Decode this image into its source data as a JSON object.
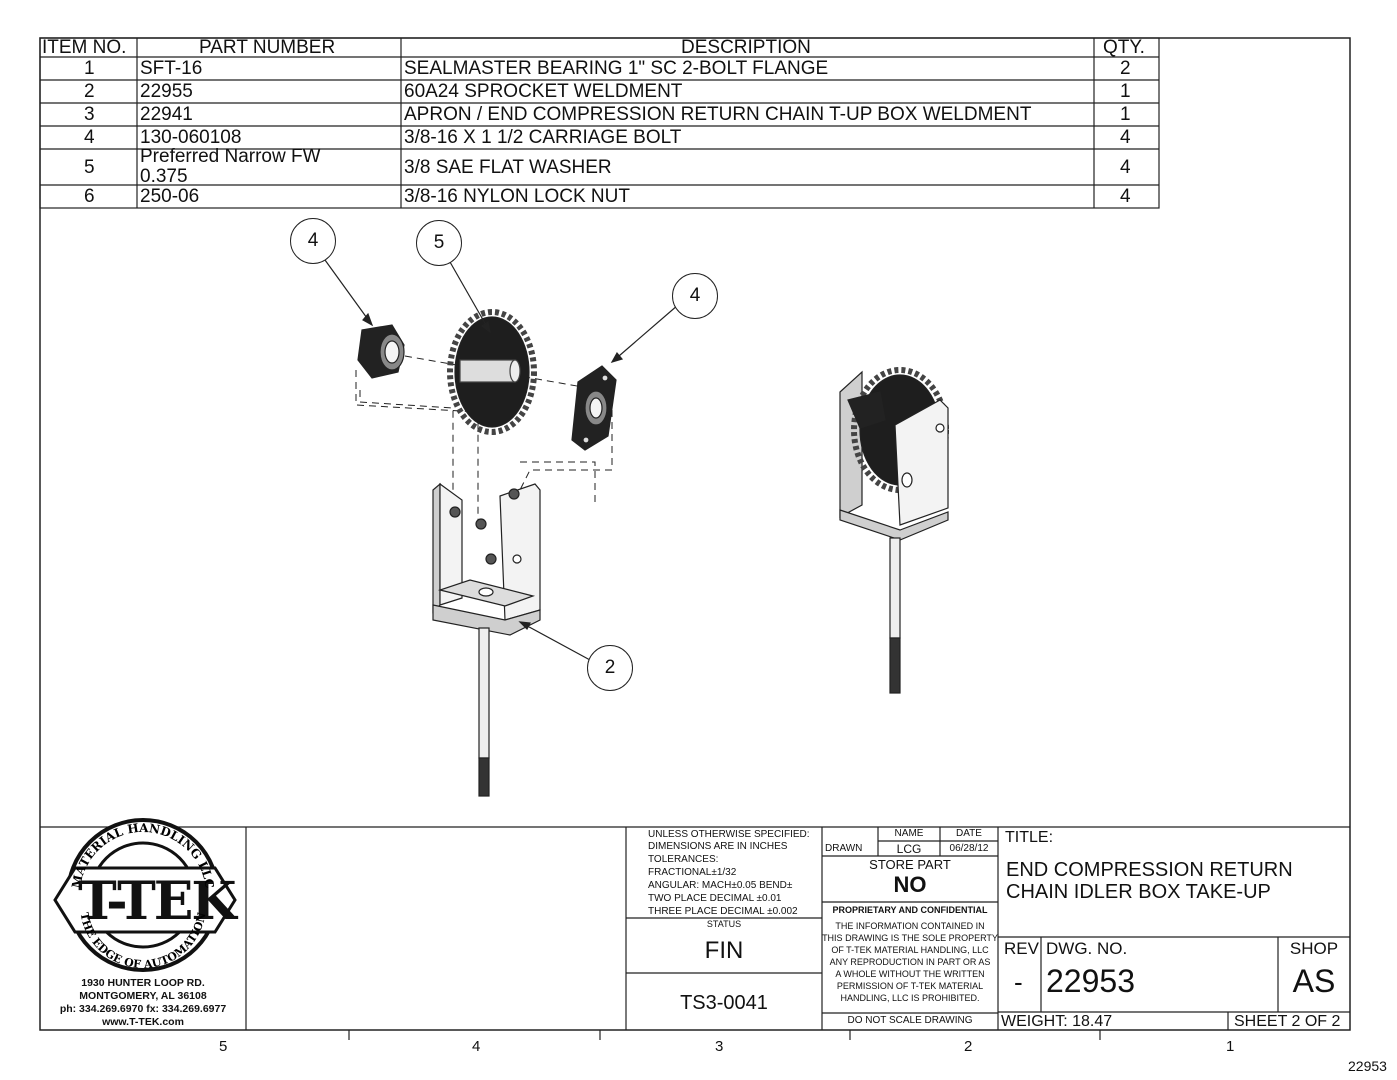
{
  "bom": {
    "headers": {
      "item": "ITEM NO.",
      "part": "PART NUMBER",
      "desc": "DESCRIPTION",
      "qty": "QTY."
    },
    "rows": [
      {
        "item": "1",
        "part": "SFT-16",
        "desc": "SEALMASTER BEARING 1\" SC 2-BOLT FLANGE",
        "qty": "2"
      },
      {
        "item": "2",
        "part": "22955",
        "desc": "60A24 SPROCKET WELDMENT",
        "qty": "1"
      },
      {
        "item": "3",
        "part": "22941",
        "desc": "APRON / END COMPRESSION  RETURN CHAIN T-UP BOX WELDMENT",
        "qty": "1"
      },
      {
        "item": "4",
        "part": "130-060108",
        "desc": "3/8-16 X 1 1/2 CARRIAGE BOLT",
        "qty": "4"
      },
      {
        "item": "5",
        "part_line1": "Preferred Narrow FW",
        "part_line2": "0.375",
        "desc": "3/8 SAE FLAT WASHER",
        "qty": "4"
      },
      {
        "item": "6",
        "part": "250-06",
        "desc": "3/8-16 NYLON LOCK NUT",
        "qty": "4"
      }
    ]
  },
  "balloons": [
    "4",
    "5",
    "4",
    "2"
  ],
  "logo": {
    "arc_top": "MATERIAL HANDLING LLC",
    "name": "T-TEK",
    "arc_bottom": "THE EDGE OF AUTOMATION",
    "addr1": "1930 HUNTER LOOP RD.",
    "addr2": "MONTGOMERY, AL   36108",
    "phone": "ph: 334.269.6970 fx: 334.269.6977",
    "web": "www.T-TEK.com"
  },
  "tolerances": [
    "UNLESS OTHERWISE SPECIFIED:",
    "DIMENSIONS ARE IN INCHES",
    "TOLERANCES:",
    "FRACTIONAL±1/32",
    "ANGULAR: MACH±0.05 BEND±",
    "TWO PLACE DECIMAL   ±0.01",
    "THREE PLACE DECIMAL ±0.002"
  ],
  "status_label": "STATUS",
  "status_value": "FIN",
  "ts_number": "TS3-0041",
  "drawn": {
    "name_label": "NAME",
    "date_label": "DATE",
    "drawn_label": "DRAWN",
    "name": "LCG",
    "date": "06/28/12"
  },
  "store_part": {
    "label": "STORE PART",
    "value": "NO"
  },
  "proprietary": {
    "title": "PROPRIETARY AND CONFIDENTIAL",
    "lines": [
      "THE INFORMATION CONTAINED IN",
      "THIS DRAWING IS THE SOLE PROPERTY",
      "OF T-TEK MATERIAL HANDLING, LLC",
      "ANY REPRODUCTION IN PART OR AS",
      "A WHOLE WITHOUT THE WRITTEN",
      "PERMISSION OF T-TEK MATERIAL",
      "HANDLING, LLC IS PROHIBITED."
    ]
  },
  "do_not_scale": "DO NOT SCALE DRAWING",
  "title_label": "TITLE:",
  "title_line1": "END COMPRESSION RETURN",
  "title_line2": "CHAIN IDLER BOX TAKE-UP",
  "rev_label": "REV",
  "rev_value": "-",
  "dwg_label": "DWG.  NO.",
  "dwg_value": "22953",
  "shop_label": "SHOP",
  "shop_value": "AS",
  "weight": "WEIGHT: 18.47",
  "sheet": "SHEET 2 OF 2",
  "zones": [
    "5",
    "4",
    "3",
    "2",
    "1"
  ],
  "corner_number": "22953"
}
